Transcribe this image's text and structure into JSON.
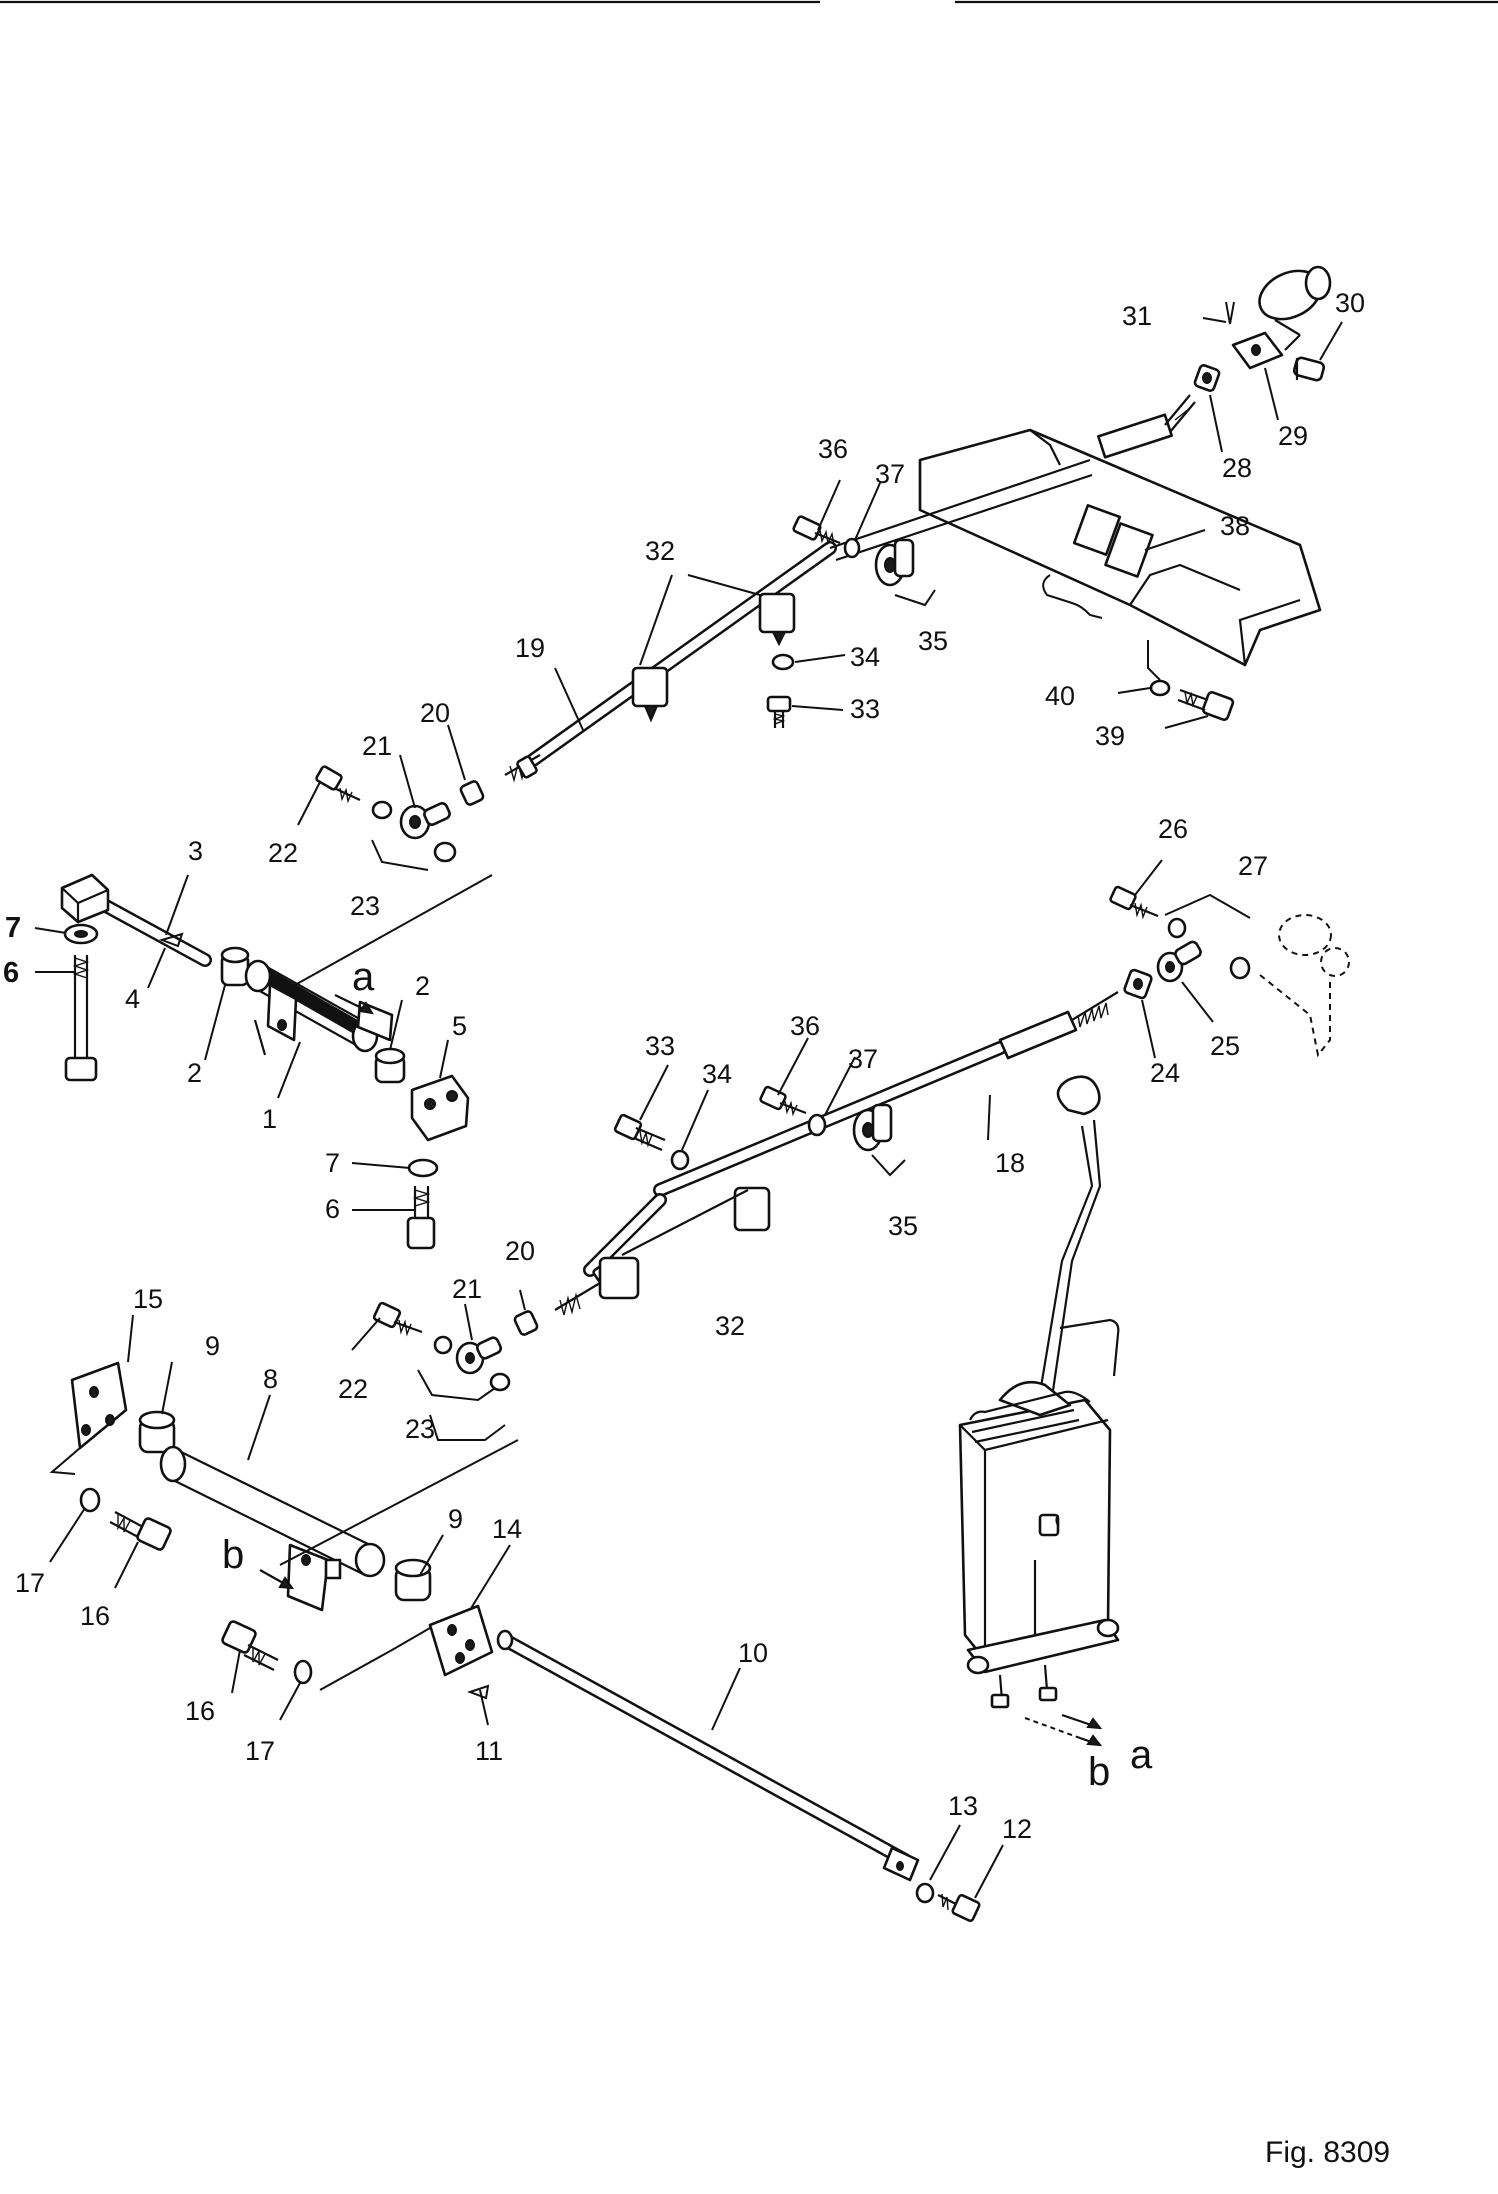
{
  "figure_label": "Fig. 8309",
  "view_markers": [
    "a",
    "b"
  ],
  "part_numbers": {
    "p1": "1",
    "p2": "2",
    "p3": "3",
    "p4": "4",
    "p5": "5",
    "p6": "6",
    "p7": "7",
    "p8": "8",
    "p9": "9",
    "p10": "10",
    "p11": "11",
    "p12": "12",
    "p13": "13",
    "p14": "14",
    "p15": "15",
    "p16": "16",
    "p17": "17",
    "p18": "18",
    "p19": "19",
    "p20": "20",
    "p21": "21",
    "p22": "22",
    "p23": "23",
    "p24": "24",
    "p25": "25",
    "p26": "26",
    "p27": "27",
    "p28": "28",
    "p29": "29",
    "p30": "30",
    "p31": "31",
    "p32": "32",
    "p33": "33",
    "p34": "34",
    "p35": "35",
    "p36": "36",
    "p37": "37",
    "p38": "38",
    "p39": "39",
    "p40": "40"
  }
}
